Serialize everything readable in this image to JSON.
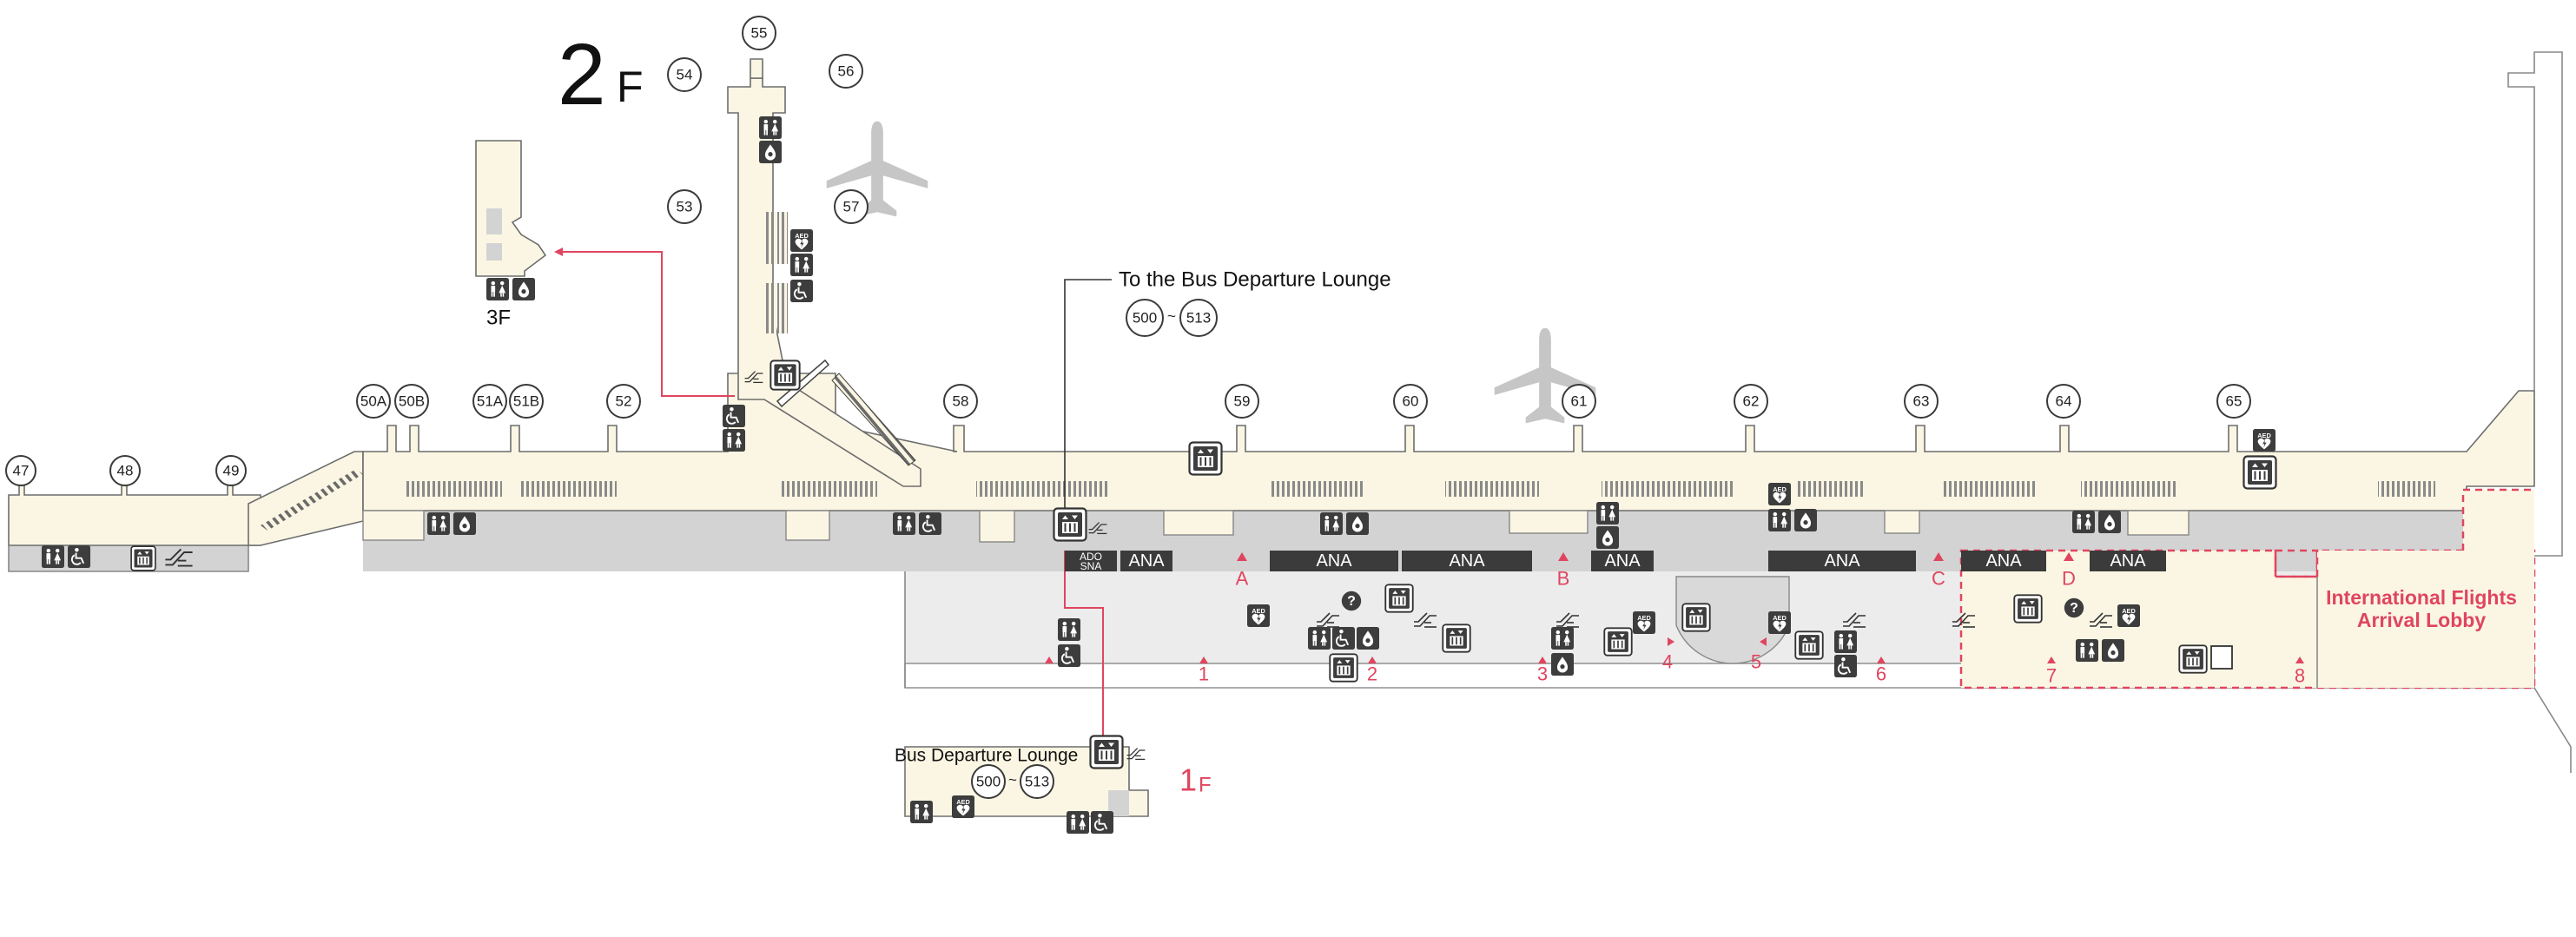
{
  "map": {
    "floor_main": {
      "number": "2",
      "suffix": "F"
    },
    "floor_upper": "3F",
    "floor_lower": {
      "number": "1",
      "suffix": "F"
    },
    "bus_lounge_callout": "To the Bus Departure Lounge",
    "bus_lounge_label": "Bus Departure Lounge",
    "bus_range_start": "500",
    "bus_range_end": "513",
    "bus_range_sep": "~",
    "international_lobby": [
      "International Flights",
      "Arrival Lobby"
    ],
    "gates": [
      {
        "id": "g47",
        "label": "47"
      },
      {
        "id": "g48",
        "label": "48"
      },
      {
        "id": "g49",
        "label": "49"
      },
      {
        "id": "g50a",
        "label": "50A"
      },
      {
        "id": "g50b",
        "label": "50B"
      },
      {
        "id": "g51a",
        "label": "51A"
      },
      {
        "id": "g51b",
        "label": "51B"
      },
      {
        "id": "g52",
        "label": "52"
      },
      {
        "id": "g53",
        "label": "53"
      },
      {
        "id": "g54",
        "label": "54"
      },
      {
        "id": "g55",
        "label": "55"
      },
      {
        "id": "g56",
        "label": "56"
      },
      {
        "id": "g57",
        "label": "57"
      },
      {
        "id": "g58",
        "label": "58"
      },
      {
        "id": "g59",
        "label": "59"
      },
      {
        "id": "g60",
        "label": "60"
      },
      {
        "id": "g61",
        "label": "61"
      },
      {
        "id": "g62",
        "label": "62"
      },
      {
        "id": "g63",
        "label": "63"
      },
      {
        "id": "g64",
        "label": "64"
      },
      {
        "id": "g65",
        "label": "65"
      }
    ],
    "counters": [
      {
        "label": "ANA"
      },
      {
        "label": "ANA"
      },
      {
        "label": "ANA"
      },
      {
        "label": "ANA"
      },
      {
        "label": "ANA"
      },
      {
        "label": "ANA"
      },
      {
        "label": "ANA"
      }
    ],
    "counter_ado_sna": [
      "ADO",
      "SNA"
    ],
    "letter_markers": [
      "A",
      "B",
      "C",
      "D"
    ],
    "number_markers": [
      "1",
      "2",
      "3",
      "4",
      "5",
      "6",
      "7",
      "8"
    ],
    "icon_texts": {
      "aed": "AED"
    },
    "colors": {
      "concourse_fill": "#fbf6e3",
      "service_area": "#d3d3d3",
      "counter": "#3b3b3b",
      "accent_red": "#e0455f",
      "icon_dark": "#3d3d3d"
    },
    "icons_legend": [
      "restroom-icon",
      "accessible-restroom-icon",
      "nursing-room-icon",
      "elevator-icon",
      "aed-icon",
      "information-icon",
      "escalator-icon",
      "baggage-icon",
      "airplane-icon"
    ]
  }
}
